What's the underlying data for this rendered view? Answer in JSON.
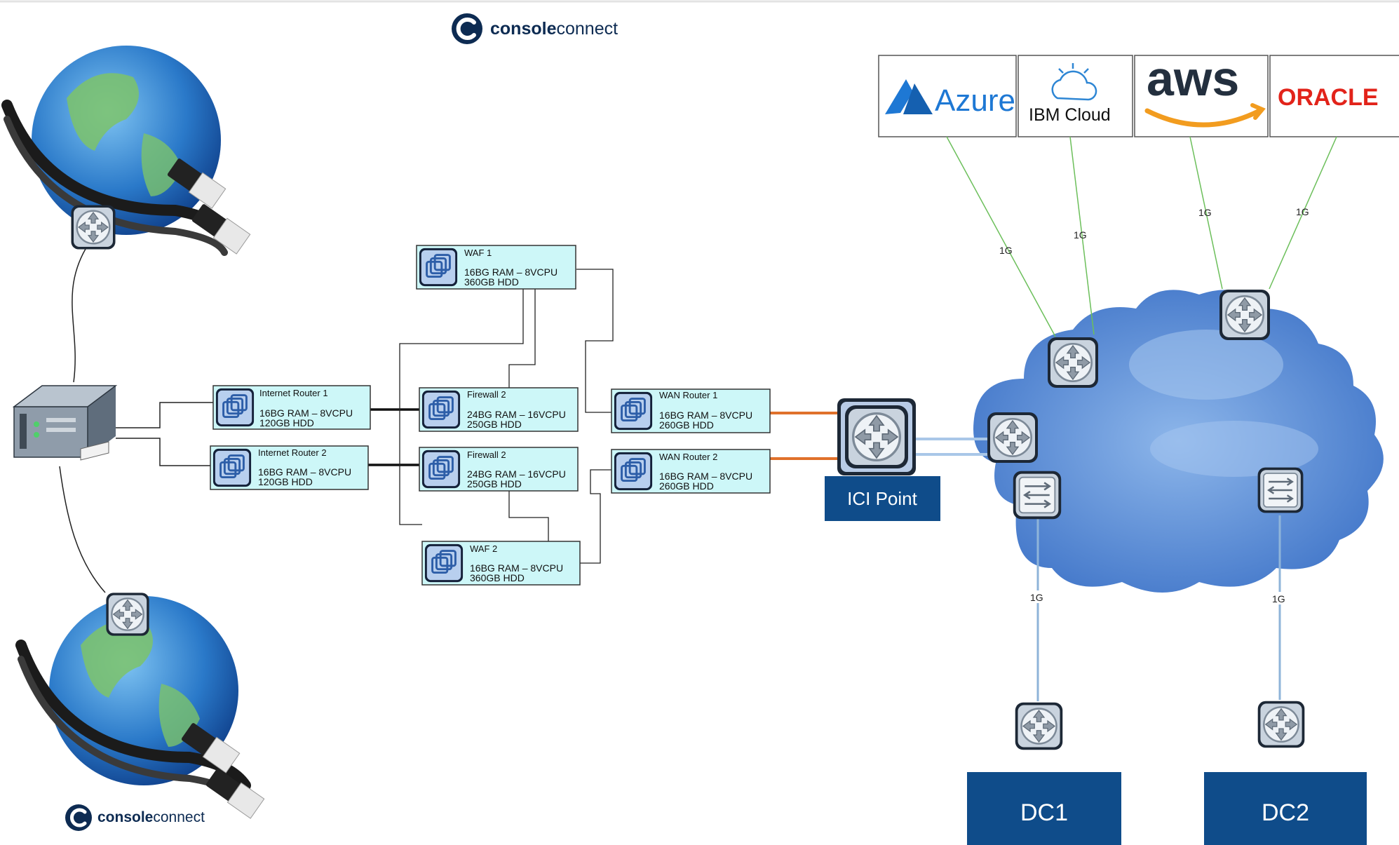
{
  "brand": {
    "name_bold": "console",
    "name_light": "connect"
  },
  "clouds": {
    "azure": "Azure",
    "ibm": "IBM Cloud",
    "aws": "aws",
    "oracle": "ORACLE"
  },
  "link_labels": {
    "azure": "1G",
    "ibm": "1G",
    "aws": "1G",
    "oracle": "1G",
    "dc1": "1G",
    "dc2": "1G"
  },
  "nodes": {
    "ir1": {
      "name": "Internet Router 1",
      "spec1": "16BG RAM – 8VCPU",
      "spec2": "120GB HDD"
    },
    "ir2": {
      "name": "Internet Router 2",
      "spec1": "16BG RAM – 8VCPU",
      "spec2": "120GB HDD"
    },
    "waf1": {
      "name": "WAF 1",
      "spec1": "16BG RAM – 8VCPU",
      "spec2": "360GB HDD"
    },
    "fw1": {
      "name": "Firewall 2",
      "spec1": "24BG RAM – 16VCPU",
      "spec2": "250GB HDD"
    },
    "fw2": {
      "name": "Firewall 2",
      "spec1": "24BG RAM – 16VCPU",
      "spec2": "250GB HDD"
    },
    "waf2": {
      "name": "WAF 2",
      "spec1": "16BG RAM – 8VCPU",
      "spec2": "360GB HDD"
    },
    "wan1": {
      "name": "WAN Router 1",
      "spec1": "16BG RAM – 8VCPU",
      "spec2": "260GB HDD"
    },
    "wan2": {
      "name": "WAN Router 2",
      "spec1": "16BG RAM – 8VCPU",
      "spec2": "260GB HDD"
    }
  },
  "ici_label": "ICI Point",
  "dc1": "DC1",
  "dc2": "DC2",
  "colors": {
    "node_fill": "#cdf7f8",
    "dc_blue": "#0f4c8a",
    "orange": "#e0712b",
    "green": "#6cbf5b",
    "lightblue": "#8fb4d9"
  }
}
